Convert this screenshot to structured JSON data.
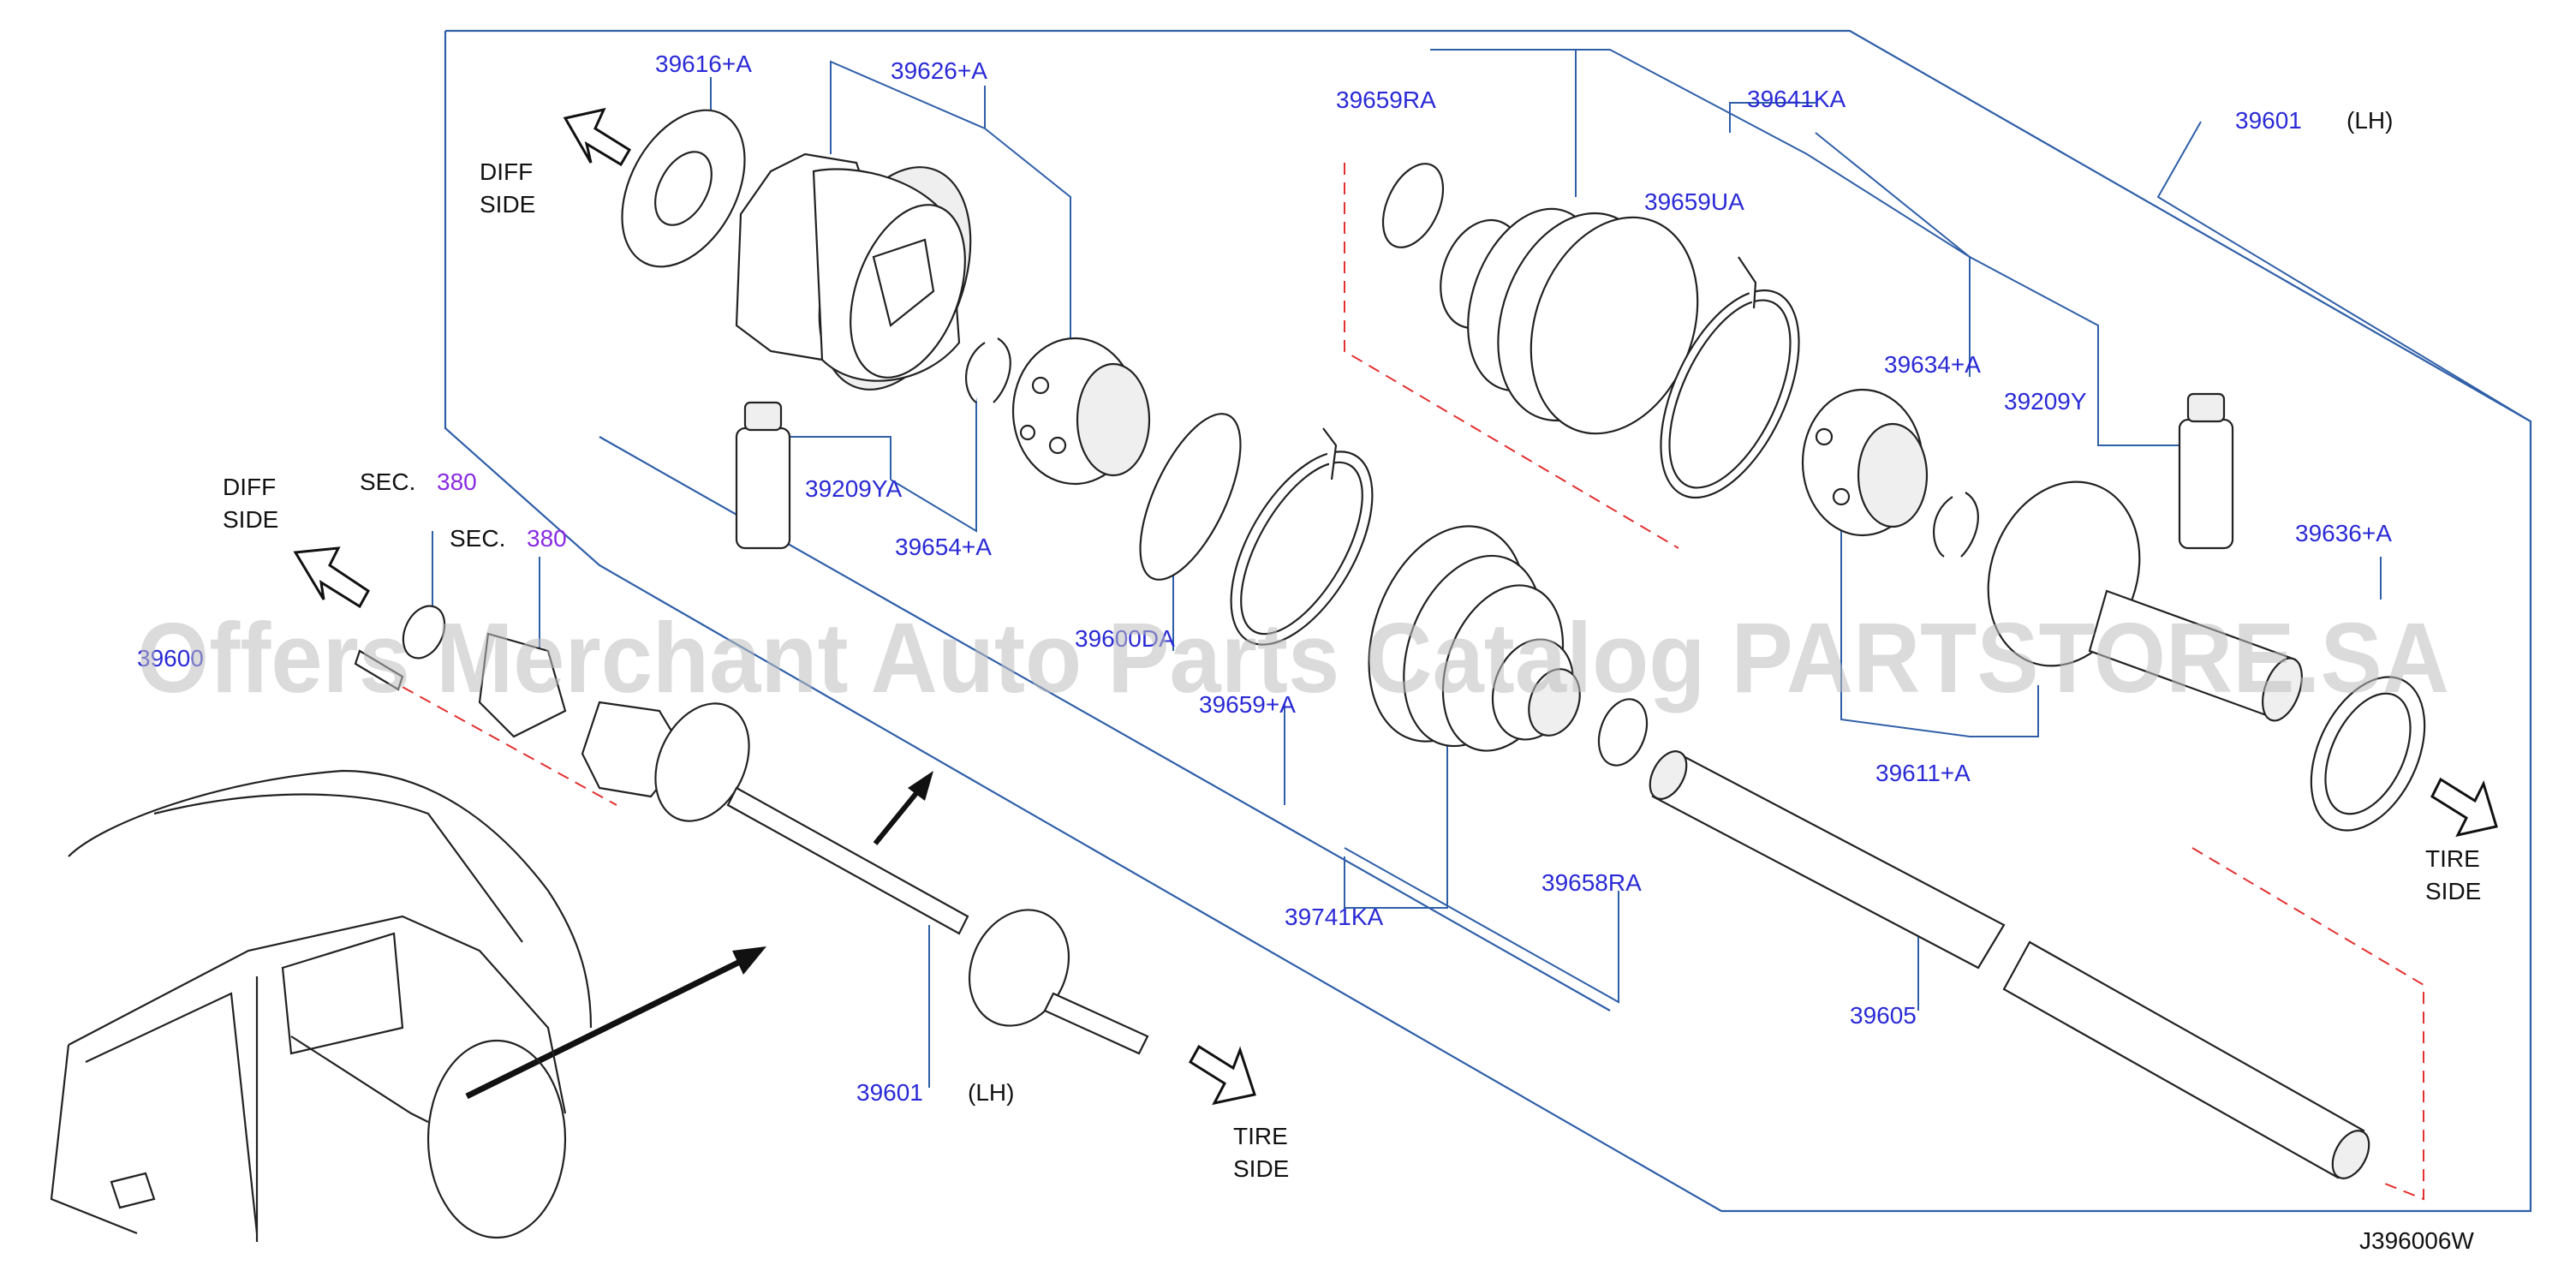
{
  "diagram": {
    "diagram_code": "J396006W",
    "watermark": "Offers Merchant Auto Parts Catalog PARTSTORE.SA",
    "direction_labels": {
      "diff_side_top": [
        "DIFF",
        "SIDE"
      ],
      "diff_side_left": [
        "DIFF",
        "SIDE"
      ],
      "tire_side_right": [
        "TIRE",
        "SIDE"
      ],
      "tire_side_bottom": [
        "TIRE",
        "SIDE"
      ]
    },
    "sec_refs": [
      {
        "prefix": "SEC.",
        "number": "380"
      },
      {
        "prefix": "SEC.",
        "number": "380"
      }
    ],
    "part_numbers": {
      "p39616A": "39616+A",
      "p39626A": "39626+A",
      "p39659RA": "39659RA",
      "p39641KA": "39641KA",
      "p39601_top": "39601",
      "p39601_top_side": "(LH)",
      "p39659UA": "39659UA",
      "p39634A": "39634+A",
      "p39209Y": "39209Y",
      "p39209YA": "39209YA",
      "p39654A": "39654+A",
      "p39636A": "39636+A",
      "p39600_partial": "39600",
      "p39600DA_partial": "39600DA",
      "p39659A": "39659+A",
      "p39611A": "39611+A",
      "p39741KA": "39741KA",
      "p39658RA": "39658RA",
      "p39605": "39605",
      "p39601_bottom": "39601",
      "p39601_bottom_side": "(LH)"
    },
    "colors": {
      "part_number": "#2a2ad6",
      "section_ref": "#8a2be2",
      "leader_line": "#2f5fa8",
      "dashed_guide": "#e23030",
      "watermark": "#bdbdbd"
    }
  }
}
